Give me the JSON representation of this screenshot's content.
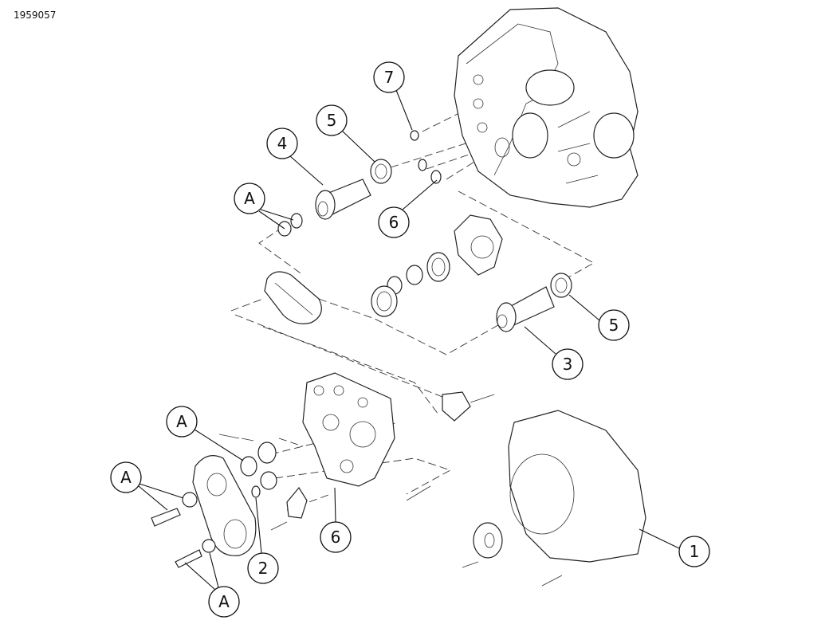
{
  "figure_id": "1959057",
  "callouts": [
    "7",
    "5",
    "4",
    "A",
    "6",
    "5",
    "3",
    "A",
    "A",
    "6",
    "2",
    "A",
    "1"
  ]
}
